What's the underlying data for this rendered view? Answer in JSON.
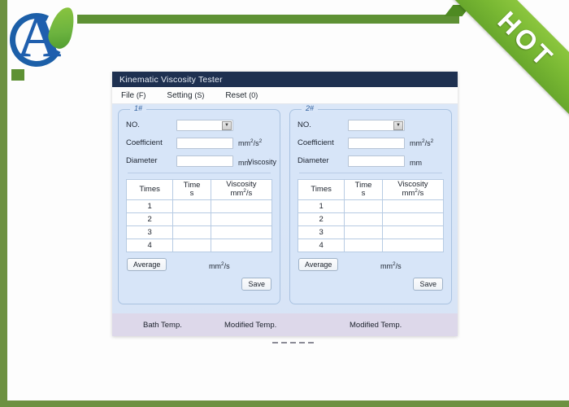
{
  "branding": {
    "logo_letter": "A",
    "logo_name": "company-logo",
    "ribbon_label": "HOT"
  },
  "window": {
    "title": "Kinematic  Viscosity Tester",
    "menu": [
      {
        "label": "File",
        "mnemonic": "(F)"
      },
      {
        "label": "Setting",
        "mnemonic": "(S)"
      },
      {
        "label": "Reset",
        "mnemonic": "(0)"
      }
    ]
  },
  "panels": [
    {
      "legend": "1#",
      "fields": {
        "no_label": "NO.",
        "no_value": "",
        "coefficient_label": "Coefficient",
        "coefficient_value": "",
        "coefficient_unit_base": "mm",
        "coefficient_unit_sup1": "2",
        "coefficient_unit_mid": "/s",
        "coefficient_unit_sup2": "2",
        "diameter_label": "Diameter",
        "diameter_value": "",
        "diameter_unit": "mm"
      },
      "viscosity_tag": "Viscosity",
      "table": {
        "headers": {
          "times": "Times",
          "time_line1": "Time",
          "time_line2": "s",
          "viscosity_line1": "Viscosity",
          "viscosity_unit_base": "mm",
          "viscosity_unit_sup": "2",
          "viscosity_unit_tail": "/s"
        },
        "rows": [
          {
            "times": "1",
            "time": "",
            "viscosity": ""
          },
          {
            "times": "2",
            "time": "",
            "viscosity": ""
          },
          {
            "times": "3",
            "time": "",
            "viscosity": ""
          },
          {
            "times": "4",
            "time": "",
            "viscosity": ""
          }
        ]
      },
      "average_label": "Average",
      "average_unit_base": "mm",
      "average_unit_sup": "2",
      "average_unit_tail": "/s",
      "save_label": "Save"
    },
    {
      "legend": "2#",
      "fields": {
        "no_label": "NO.",
        "no_value": "",
        "coefficient_label": "Coefficient",
        "coefficient_value": "",
        "coefficient_unit_base": "mm",
        "coefficient_unit_sup1": "2",
        "coefficient_unit_mid": "/s",
        "coefficient_unit_sup2": "2",
        "diameter_label": "Diameter",
        "diameter_value": "",
        "diameter_unit": "mm"
      },
      "viscosity_tag": "",
      "table": {
        "headers": {
          "times": "Times",
          "time_line1": "Time",
          "time_line2": "s",
          "viscosity_line1": "Viscosity",
          "viscosity_unit_base": "mm",
          "viscosity_unit_sup": "2",
          "viscosity_unit_tail": "/s"
        },
        "rows": [
          {
            "times": "1",
            "time": "",
            "viscosity": ""
          },
          {
            "times": "2",
            "time": "",
            "viscosity": ""
          },
          {
            "times": "3",
            "time": "",
            "viscosity": ""
          },
          {
            "times": "4",
            "time": "",
            "viscosity": ""
          }
        ]
      },
      "average_label": "Average",
      "average_unit_base": "mm",
      "average_unit_sup": "2",
      "average_unit_tail": "/s",
      "save_label": "Save"
    }
  ],
  "statusbar": {
    "bath_temp": "Bath Temp.",
    "modified_temp_1": "Modified Temp.",
    "modified_temp_2": "Modified Temp."
  },
  "colors": {
    "titlebar": "#1e3050",
    "panel_bg": "#d7e5f8",
    "ribbon_green": "#79b833",
    "frame_green": "#6d9141",
    "statusbar": "#ddd8ea",
    "logo_blue": "#1f5fae",
    "legend_blue": "#2f5f9e"
  }
}
